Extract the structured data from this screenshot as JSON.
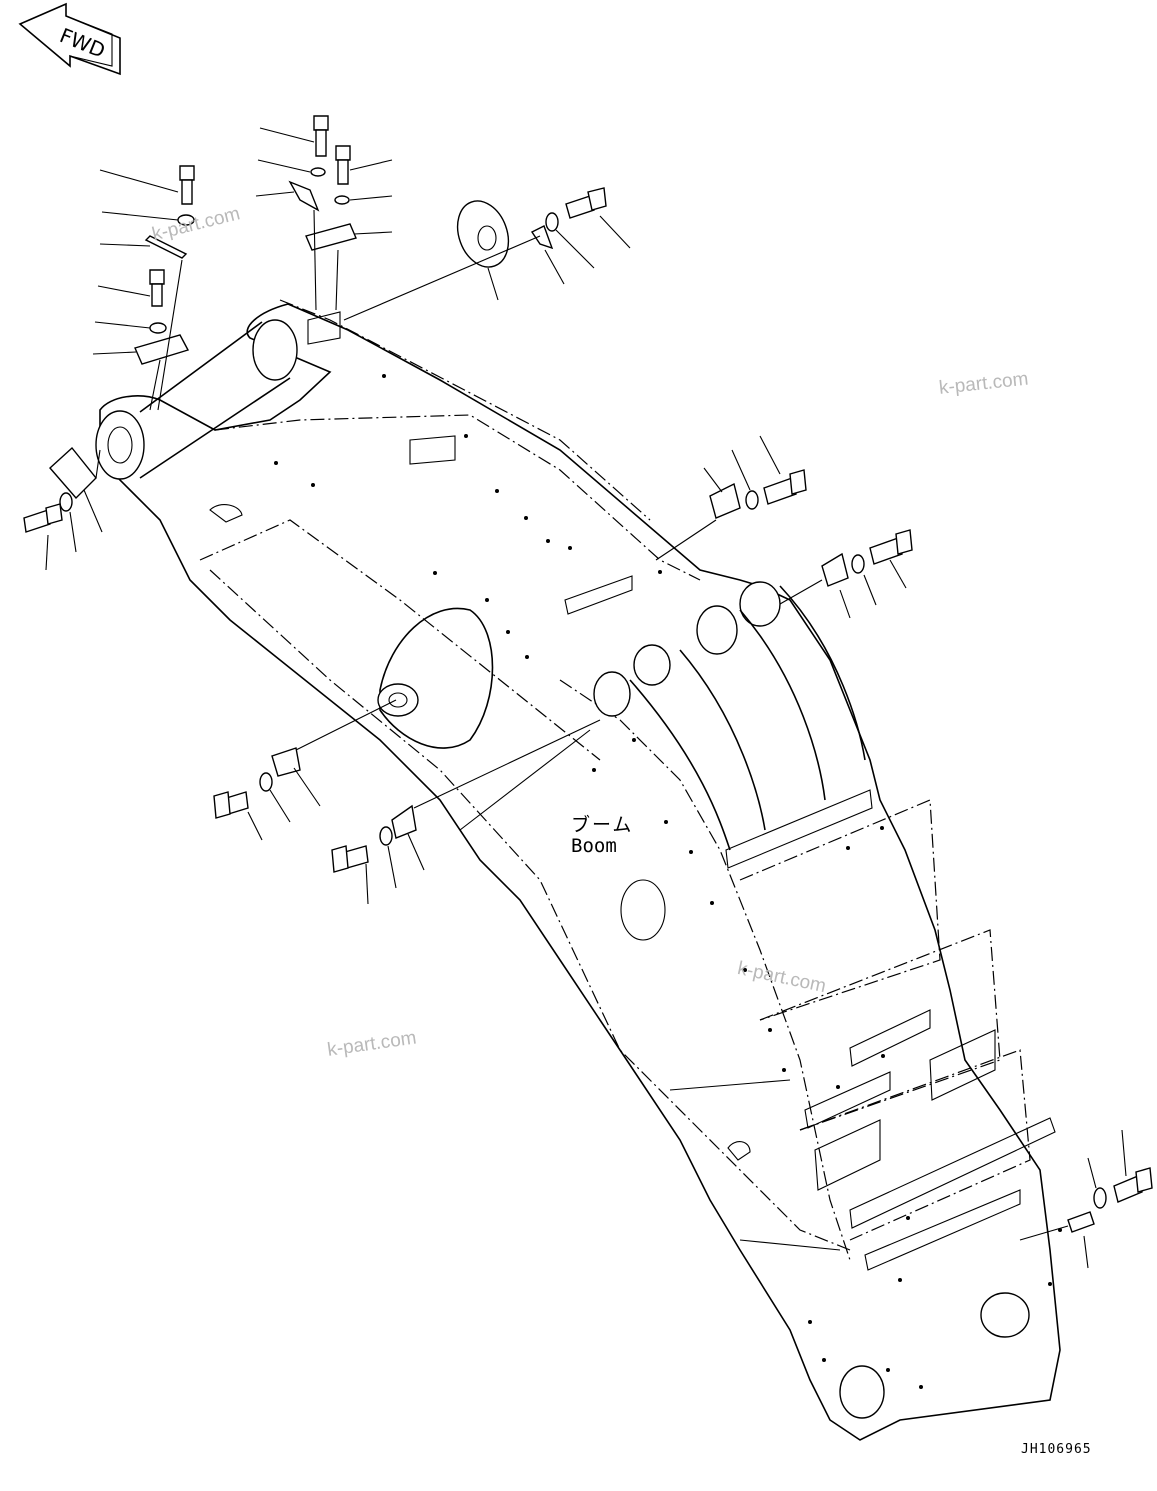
{
  "direction_marker": "FWD",
  "part_label_jp": "ブーム",
  "part_label_en": "Boom",
  "drawing_code": "JH106965",
  "watermarks": [
    "k-part.com",
    "k-part.com",
    "k-part.com",
    "k-part.com"
  ]
}
